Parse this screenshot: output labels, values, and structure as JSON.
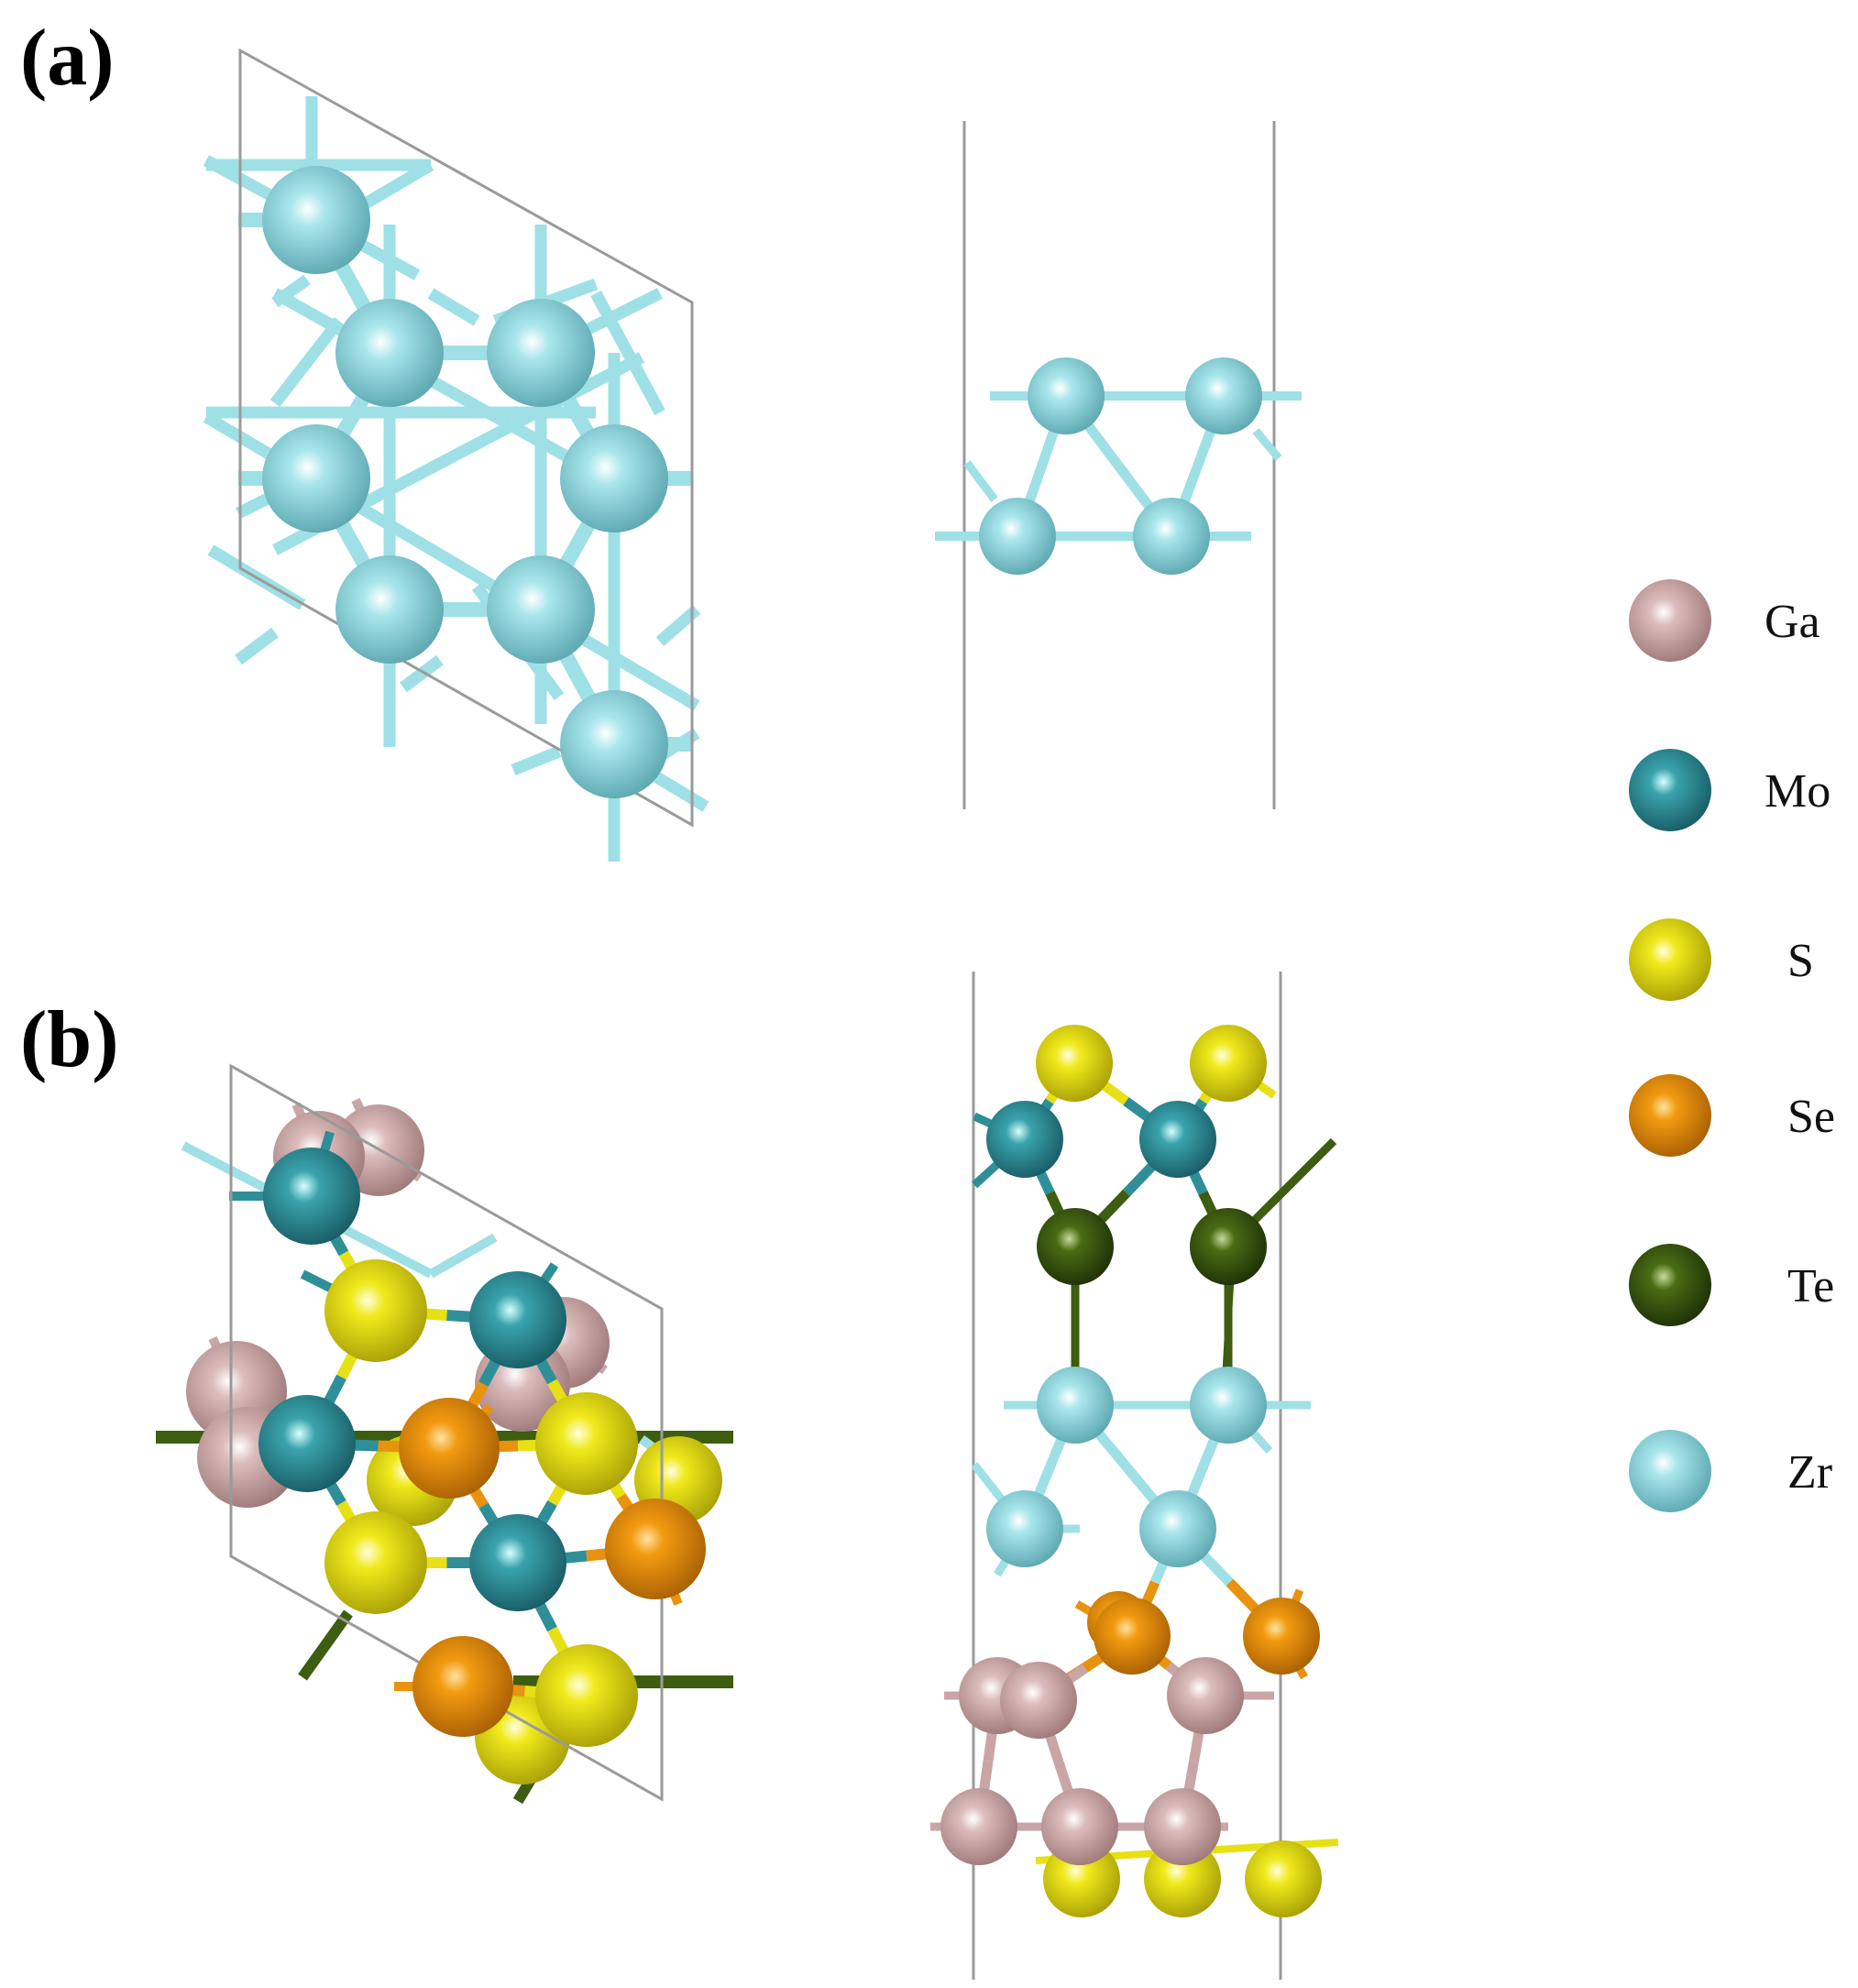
{
  "panels": [
    {
      "label": "(a)"
    },
    {
      "label": "(b)"
    }
  ],
  "legend": [
    {
      "element": "Ga",
      "color": "#c9a5a5"
    },
    {
      "element": "Mo",
      "color": "#2f8f99"
    },
    {
      "element": "S",
      "color": "#e6e015"
    },
    {
      "element": "Se",
      "color": "#e8920e"
    },
    {
      "element": "Te",
      "color": "#3d5d10"
    },
    {
      "element": "Zr",
      "color": "#9ee0e6"
    }
  ],
  "colors": {
    "cell_line": "#9a9a9a",
    "Ga": "#c9a5a5",
    "Mo": "#2f8f99",
    "S": "#e6e015",
    "Se": "#e8920e",
    "Te": "#3d5d10",
    "Zr": "#9ee0e6"
  }
}
